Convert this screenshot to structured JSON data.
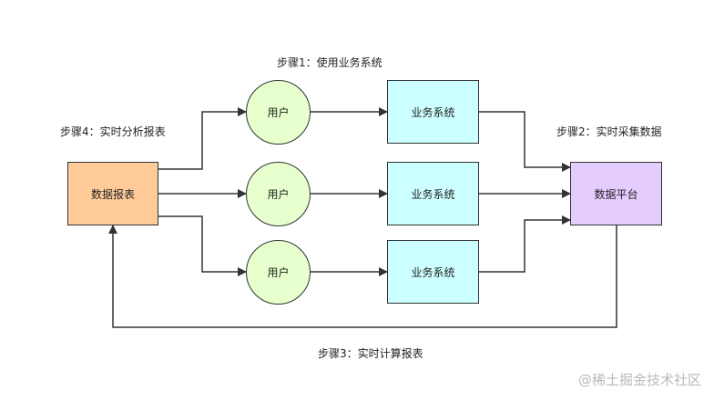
{
  "diagram": {
    "steps": {
      "step1": "步骤1：使用业务系统",
      "step2": "步骤2：实时采集数据",
      "step3": "步骤3：实时计算报表",
      "step4": "步骤4：实时分析报表"
    },
    "nodes": {
      "report": "数据报表",
      "users": [
        "用户",
        "用户",
        "用户"
      ],
      "systems": [
        "业务系统",
        "业务系统",
        "业务系统"
      ],
      "platform": "数据平台"
    },
    "colors": {
      "report_fill": "#FFCC99",
      "user_fill": "#E6FFCC",
      "system_fill": "#CCFFFF",
      "platform_fill": "#E5CCFF",
      "stroke": "#333333"
    }
  },
  "watermark": "@稀土掘金技术社区"
}
